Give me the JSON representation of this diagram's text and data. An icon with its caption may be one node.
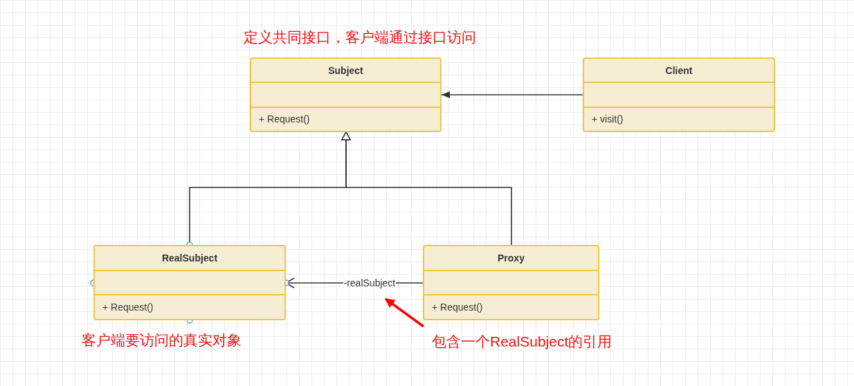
{
  "diagram": {
    "nodes": [
      {
        "text": [
          "Subject",
          "+ Request()"
        ]
      },
      {
        "text": [
          "Client",
          "+ visit()"
        ]
      },
      {
        "text": [
          "RealSubject",
          "+ Request()"
        ]
      },
      {
        "text": [
          "Proxy",
          "+ Request()"
        ]
      },
      {
        "text": [
          "包含一个RealSubject的引用"
        ]
      }
    ],
    "edges": [
      {
        "from": 1,
        "to": 0,
        "arrow": "to"
      },
      {
        "from": 2,
        "to": 0,
        "arrow": "to"
      },
      {
        "from": 3,
        "to": 0,
        "arrow": "to"
      },
      {
        "from": 3,
        "to": 2,
        "arrow": "to",
        "label": "-realSubject"
      },
      {
        "from": 4,
        "to": null,
        "arrow": "to",
        "style": "thick",
        "color": "#ff0000"
      }
    ],
    "labels": [
      "定义共同接口，客户端通过接口访问",
      "客户端要访问的真实对象"
    ]
  }
}
